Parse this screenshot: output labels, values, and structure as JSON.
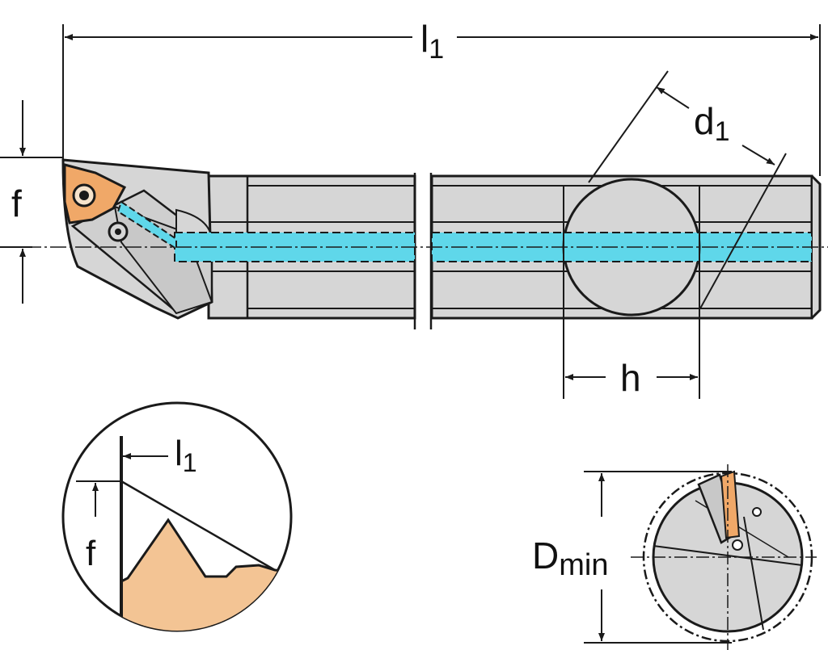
{
  "colors": {
    "background": "#ffffff",
    "body_fill": "#d6d6d6",
    "outline": "#1a1a1a",
    "coolant": "#5fd7ea",
    "insert": "#f0a868",
    "thread_fill": "#f3c494",
    "insert_dark": "#c47a2c"
  },
  "dimensions": {
    "overall_length": {
      "base": "l",
      "sub": "1"
    },
    "diameter": {
      "base": "d",
      "sub": "1"
    },
    "height": "h",
    "offset": "f",
    "min_bore": {
      "base": "D",
      "sub": "min"
    }
  },
  "detail_thread": {
    "length": {
      "base": "l",
      "sub": "1"
    },
    "offset": "f"
  }
}
